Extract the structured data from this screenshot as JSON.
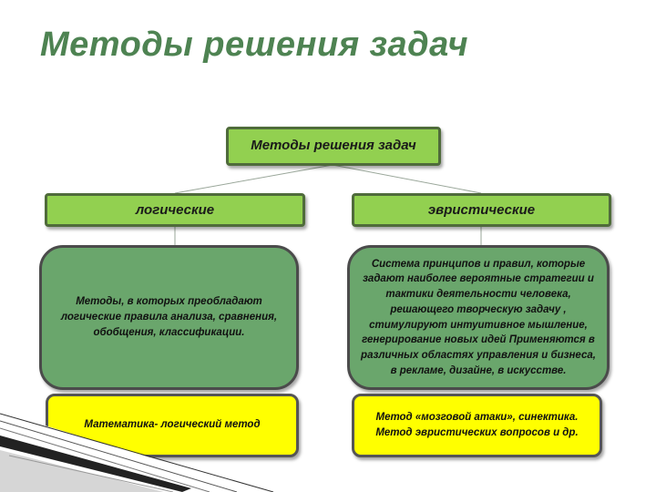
{
  "title": "Методы решения задач",
  "root": {
    "label": "Методы решения задач"
  },
  "branches": [
    {
      "label": "логические",
      "description": "Методы, в которых преобладают логические правила анализа, сравнения, обобщения, классификации.",
      "example": "Математика- логический метод"
    },
    {
      "label": "эвристические",
      "description": "Система принципов и правил, которые задают наиболее вероятные стратегии и тактики деятельности человека, решающего творческую задачу , стимулируют интуитивное мышление, генерирование новых идей Применяются в различных областях управления и бизнеса, в рекламе, дизайне, в искусстве.",
      "example": "Метод «мозговой атаки», синектика. Метод эвристических вопросов и др."
    }
  ],
  "colors": {
    "title": "#4e8352",
    "head_fill": "#92d050",
    "block_fill": "#6aa66c",
    "example_fill": "#ffff00"
  }
}
